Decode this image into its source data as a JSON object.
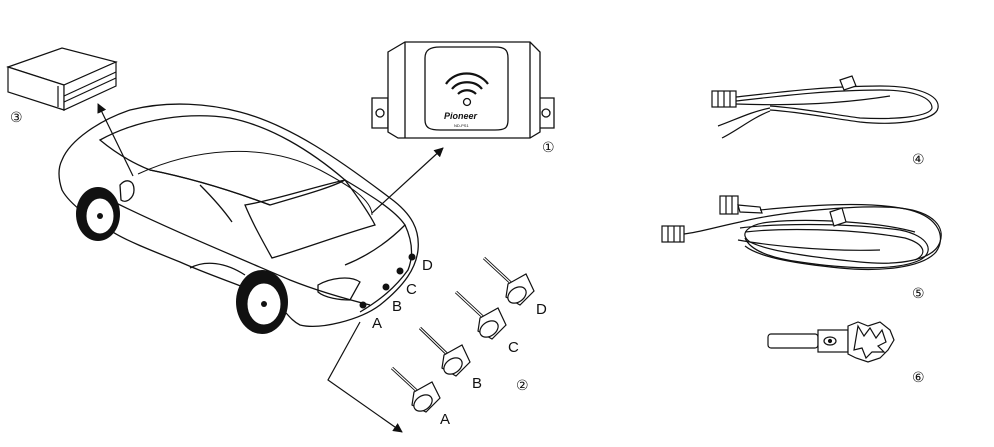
{
  "callouts": {
    "c1": "①",
    "c2": "②",
    "c3": "③",
    "c4": "④",
    "c5": "⑤",
    "c6": "⑥"
  },
  "sensor_letters": {
    "on_car": [
      "A",
      "B",
      "C",
      "D"
    ],
    "on_parts": [
      "A",
      "B",
      "C",
      "D"
    ]
  },
  "unit": {
    "brand": "Pioneer",
    "model": "ND-PS1"
  },
  "colors": {
    "line": "#111111",
    "paper": "#ffffff"
  }
}
